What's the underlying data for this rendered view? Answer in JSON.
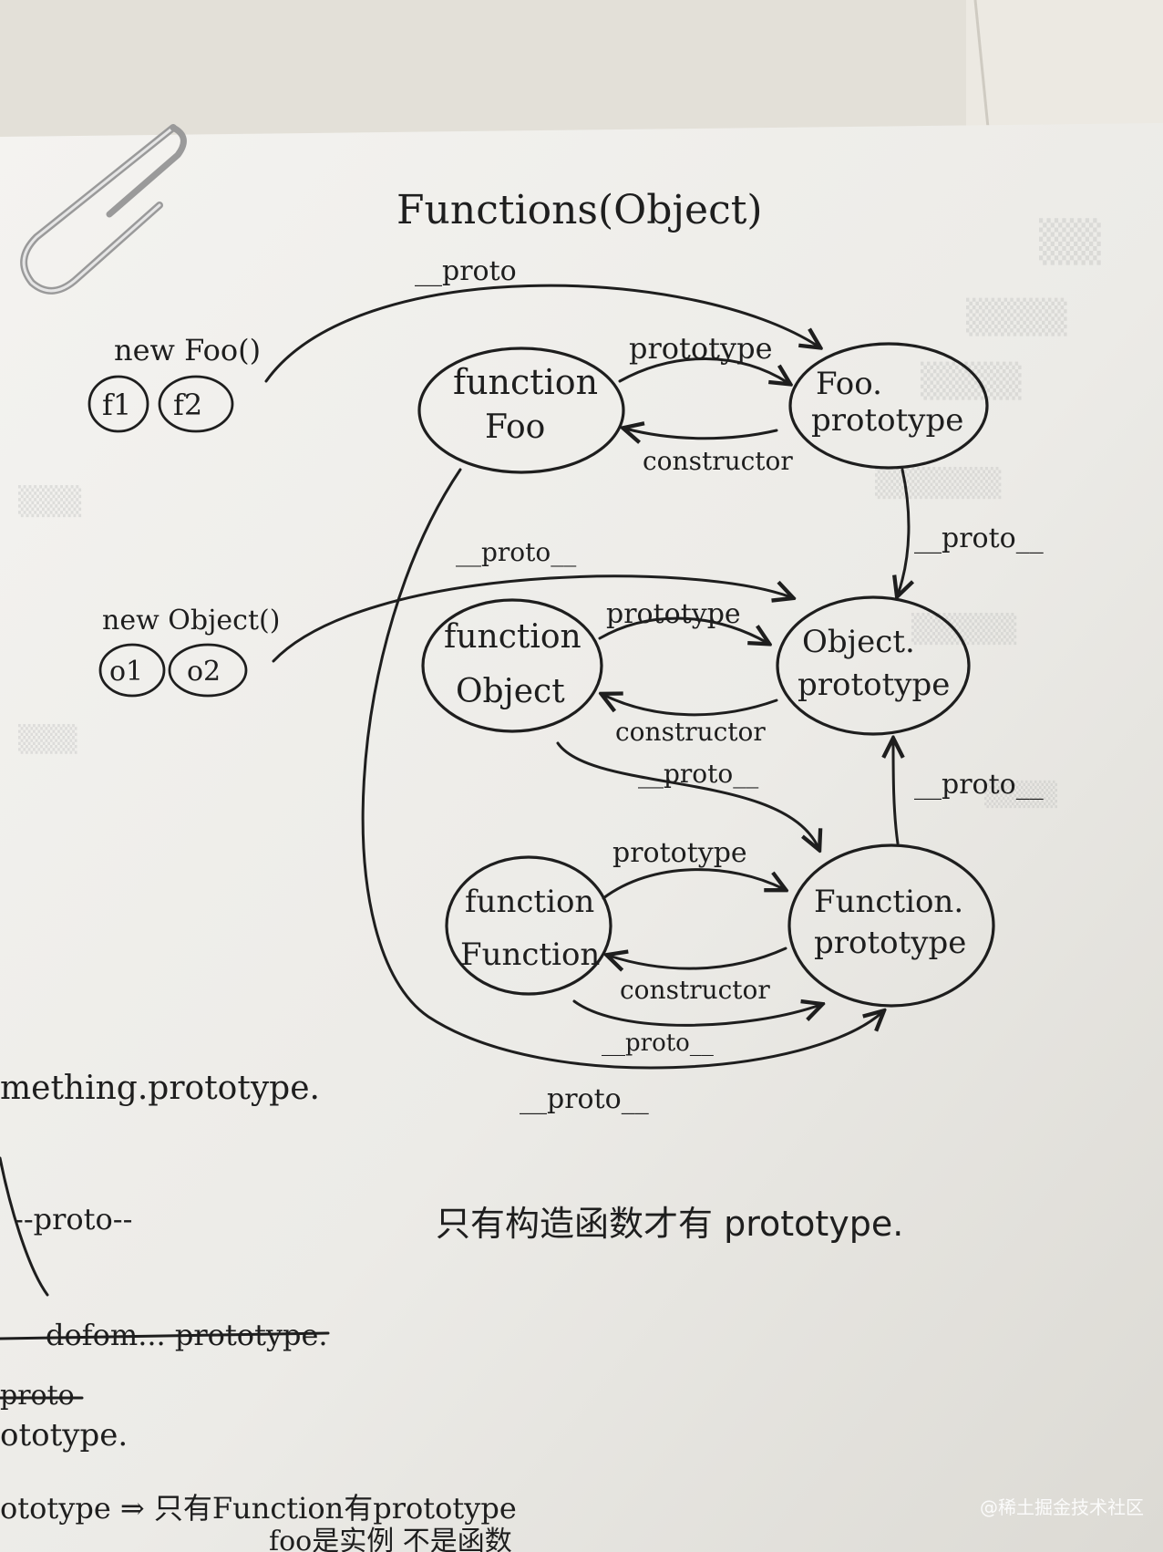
{
  "title": "Functions(Object)",
  "nodes": {
    "function_foo": {
      "line1": "function",
      "line2": "Foo"
    },
    "foo_prototype": {
      "line1": "Foo.",
      "line2": "prototype"
    },
    "function_object": {
      "line1": "function",
      "line2": "Object"
    },
    "object_prototype": {
      "line1": "Object.",
      "line2": "prototype"
    },
    "function_function": {
      "line1": "function",
      "line2": "Function"
    },
    "function_prototype": {
      "line1": "Function.",
      "line2": "prototype"
    }
  },
  "instances": {
    "foo": {
      "label": "new Foo()",
      "items": [
        "f1",
        "f2"
      ]
    },
    "object": {
      "label": "new Object()",
      "items": [
        "o1",
        "o2"
      ]
    }
  },
  "edges": {
    "proto": "__proto__",
    "prototype": "prototype",
    "constructor": "constructor"
  },
  "note": "只有构造函数才有 prototype.",
  "margin_notes": {
    "something_prototype": "mething.prototype.",
    "proto": "--proto--",
    "struck": "dofom... prototype.",
    "struck_proto": "proto",
    "prototype_line": "ototype.",
    "bottom_line1": "ototype ⇒ 只有Function有prototype",
    "bottom_line2": "foo是实例 不是函数"
  },
  "watermark": "@稀土掘金技术社区"
}
